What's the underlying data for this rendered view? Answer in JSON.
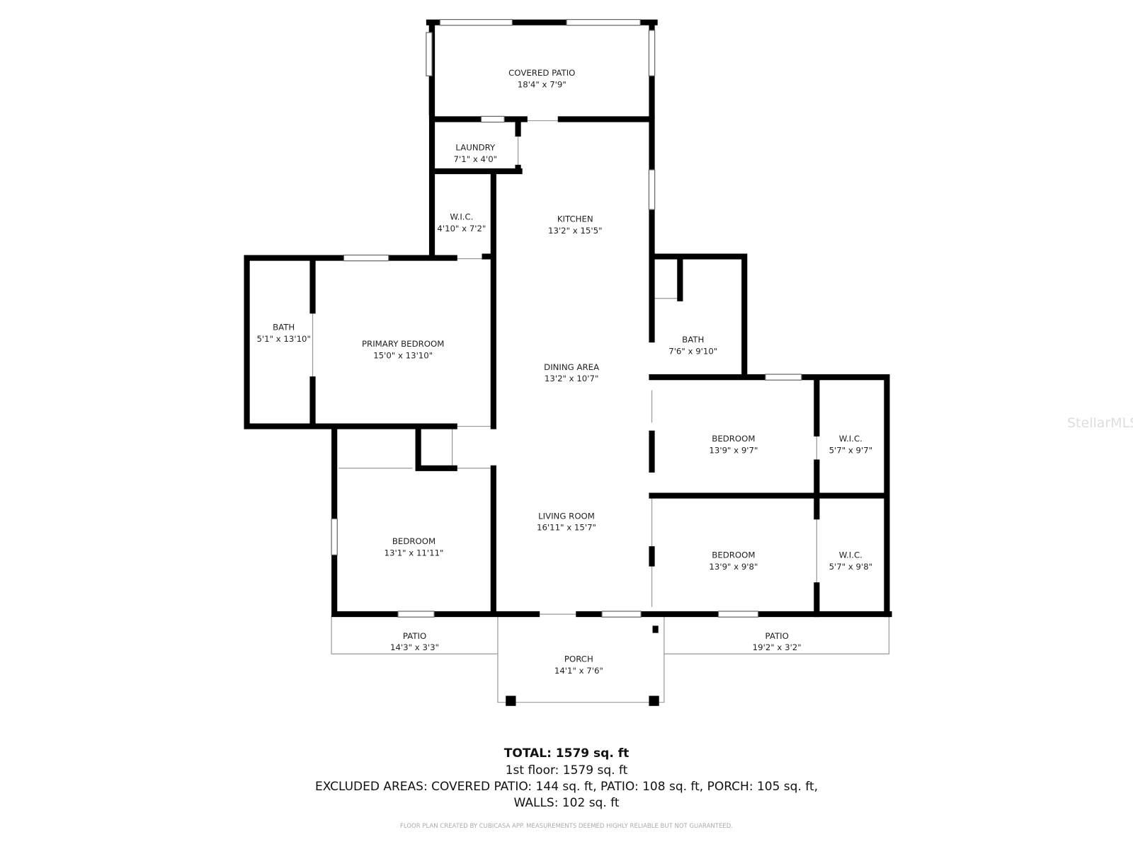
{
  "rooms": {
    "covered_patio": {
      "name": "COVERED PATIO",
      "size": "18'4\" x 7'9\""
    },
    "laundry": {
      "name": "LAUNDRY",
      "size": "7'1\" x 4'0\""
    },
    "wic_primary": {
      "name": "W.I.C.",
      "size": "4'10\" x 7'2\""
    },
    "kitchen": {
      "name": "KITCHEN",
      "size": "13'2\" x 15'5\""
    },
    "bath_primary": {
      "name": "BATH",
      "size": "5'1\" x 13'10\""
    },
    "primary_bedroom": {
      "name": "PRIMARY BEDROOM",
      "size": "15'0\" x 13'10\""
    },
    "bath_right": {
      "name": "BATH",
      "size": "7'6\" x 9'10\""
    },
    "dining_area": {
      "name": "DINING AREA",
      "size": "13'2\" x 10'7\""
    },
    "bedroom_right_top": {
      "name": "BEDROOM",
      "size": "13'9\" x 9'7\""
    },
    "wic_right_top": {
      "name": "W.I.C.",
      "size": "5'7\" x 9'7\""
    },
    "living_room": {
      "name": "LIVING ROOM",
      "size": "16'11\" x 15'7\""
    },
    "bedroom_left": {
      "name": "BEDROOM",
      "size": "13'1\" x 11'11\""
    },
    "bedroom_right_bottom": {
      "name": "BEDROOM",
      "size": "13'9\" x 9'8\""
    },
    "wic_right_bottom": {
      "name": "W.I.C.",
      "size": "5'7\" x 9'8\""
    },
    "patio_left": {
      "name": "PATIO",
      "size": "14'3\" x 3'3\""
    },
    "porch": {
      "name": "PORCH",
      "size": "14'1\" x 7'6\""
    },
    "patio_right": {
      "name": "PATIO",
      "size": "19'2\" x 3'2\""
    }
  },
  "summary": {
    "total": "TOTAL: 1579 sq. ft",
    "floor": "1st floor: 1579 sq. ft",
    "excluded": "EXCLUDED AREAS: COVERED PATIO: 144 sq. ft, PATIO: 108 sq. ft, PORCH: 105 sq. ft,",
    "walls": "WALLS: 102 sq. ft",
    "disclaimer": "FLOOR PLAN CREATED BY CUBICASA APP. MEASUREMENTS DEEMED HIGHLY RELIABLE BUT NOT GUARANTEED."
  },
  "watermark": "StellarMLS",
  "colors": {
    "walls": "#000000",
    "background": "#ffffff"
  }
}
